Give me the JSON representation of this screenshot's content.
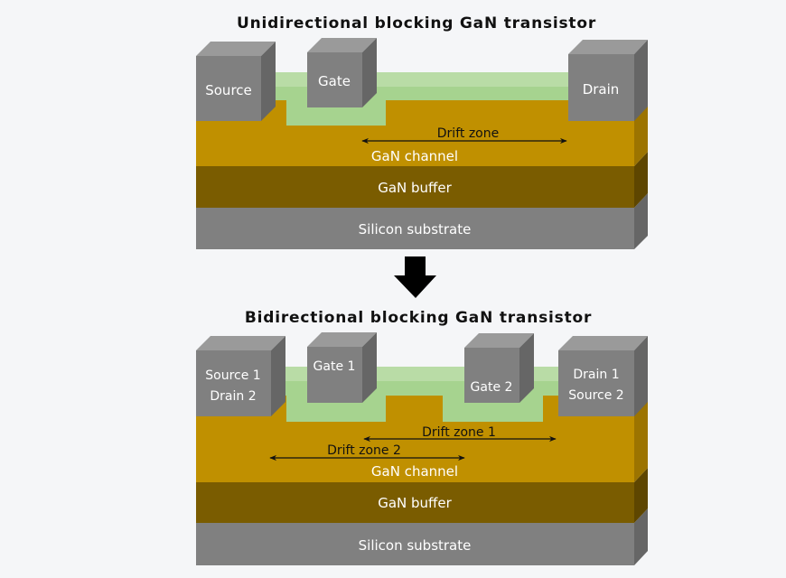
{
  "colors": {
    "background": "#f5f6f8",
    "metal_front": "#808080",
    "metal_top": "#9a9a9a",
    "metal_side": "#666666",
    "passivation_top": "#b9dca6",
    "passivation_front": "#a6d38f",
    "channel_front": "#c09000",
    "channel_side": "#9c7400",
    "buffer_front": "#7a5c00",
    "buffer_side": "#5e4600",
    "substrate_front": "#808080",
    "substrate_side": "#666666",
    "arrow": "#000000"
  },
  "top": {
    "title": "Unidirectional blocking GaN transistor",
    "source": "Source",
    "gate": "Gate",
    "drain": "Drain",
    "drift_zone": "Drift zone",
    "channel": "GaN channel",
    "buffer": "GaN buffer",
    "substrate": "Silicon substrate"
  },
  "transition_arrow": "down-arrow-icon",
  "bottom": {
    "title": "Bidirectional blocking GaN transistor",
    "left_terminal": [
      "Source 1",
      "Drain 2"
    ],
    "gate1": "Gate 1",
    "gate2": "Gate 2",
    "right_terminal": [
      "Drain 1",
      "Source 2"
    ],
    "drift_zone_1": "Drift zone 1",
    "drift_zone_2": "Drift zone 2",
    "channel": "GaN channel",
    "buffer": "GaN buffer",
    "substrate": "Silicon substrate"
  }
}
